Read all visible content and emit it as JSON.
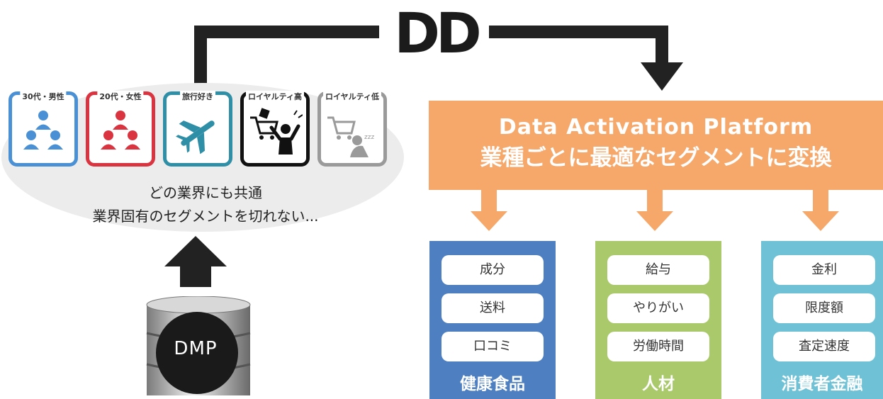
{
  "logo": {
    "text": "DD"
  },
  "segments": [
    {
      "label": "30代・男性",
      "icon": "people-icon",
      "color": "#4a90d4"
    },
    {
      "label": "20代・女性",
      "icon": "people-icon",
      "color": "#d9343f"
    },
    {
      "label": "旅行好き",
      "icon": "airplane-icon",
      "color": "#2f8fa6"
    },
    {
      "label": "ロイヤルティ高",
      "icon": "shopper-cheering-icon",
      "color": "#111111"
    },
    {
      "label": "ロイヤルティ低",
      "icon": "shopper-sleeping-icon",
      "color": "#9a9a9a"
    }
  ],
  "common": {
    "line1": "どの業界にも共通",
    "line2": "業界固有のセグメントを切れない..."
  },
  "dmp": {
    "label": "DMP",
    "icon": "database-icon"
  },
  "dap": {
    "title": "Data Activation Platform",
    "subtitle": "業種ごとに最適なセグメントに変換",
    "color": "#f6a76a"
  },
  "categories": [
    {
      "name": "健康食品",
      "color": "#4d7fc1",
      "items": [
        "成分",
        "送料",
        "口コミ"
      ]
    },
    {
      "name": "人材",
      "color": "#a9c96b",
      "items": [
        "給与",
        "やりがい",
        "労働時間"
      ]
    },
    {
      "name": "消費者金融",
      "color": "#6fc2d6",
      "items": [
        "金利",
        "限度額",
        "査定速度"
      ]
    }
  ]
}
